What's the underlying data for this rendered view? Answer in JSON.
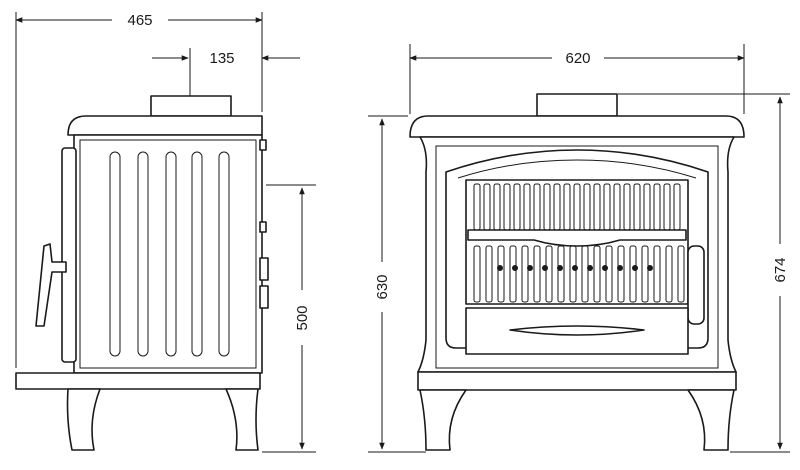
{
  "dimensions": {
    "side_depth": "465",
    "flue_offset": "135",
    "front_width": "620",
    "body_height": "630",
    "total_height": "674",
    "flue_height": "500"
  }
}
